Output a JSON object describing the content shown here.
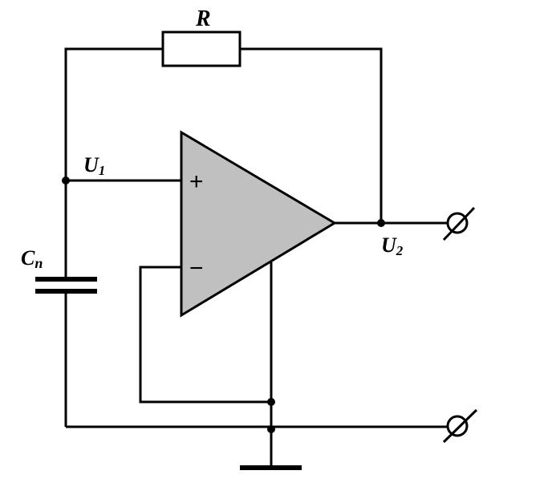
{
  "colors": {
    "background": "#ffffff",
    "line": "#000000",
    "opamp_fill": "#c0c0c0"
  },
  "labels": {
    "resistor": "R",
    "input_voltage_main": "U",
    "input_voltage_sub": "1",
    "output_voltage_main": "U",
    "output_voltage_sub": "2",
    "capacitor_main": "C",
    "capacitor_sub": "n",
    "plus": "+",
    "minus": "−"
  }
}
